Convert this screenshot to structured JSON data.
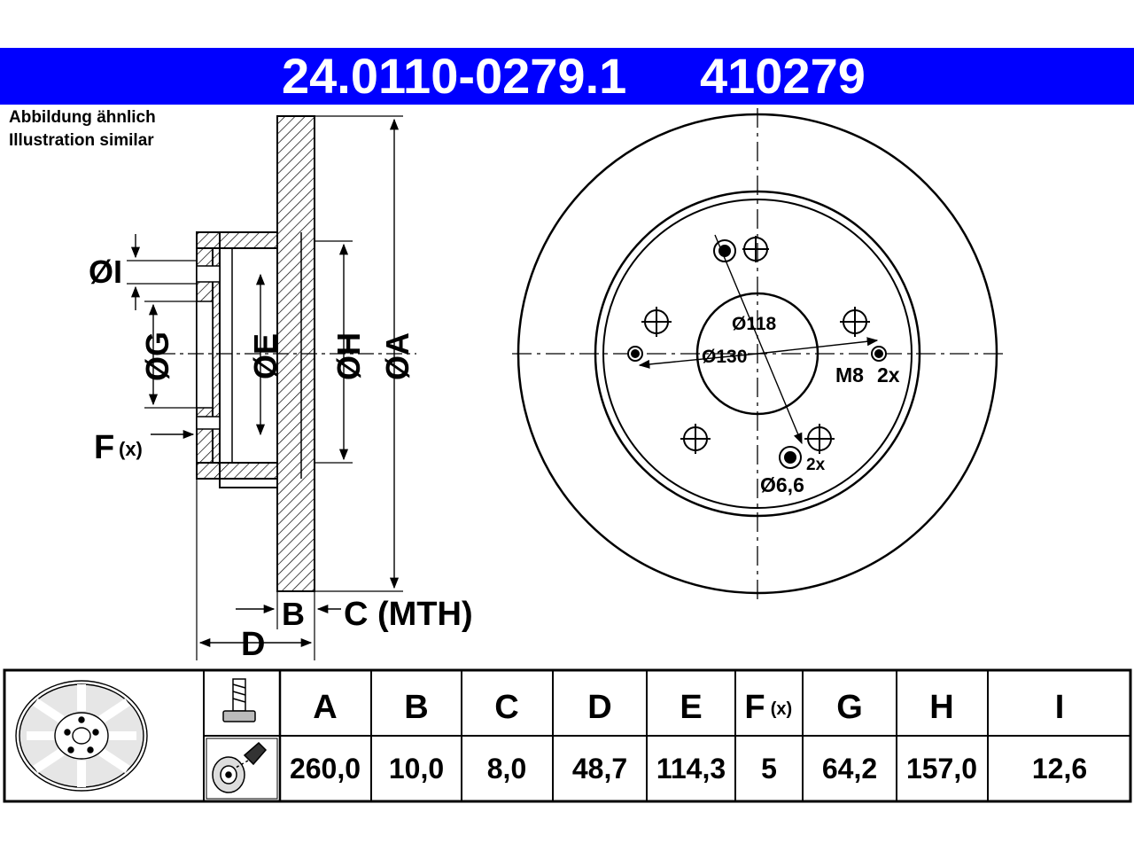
{
  "header": {
    "article_number": "24.0110-0279.1",
    "short_number": "410279",
    "banner_color": "#0000ff"
  },
  "note": {
    "line_de": "Abbildung ähnlich",
    "line_en": "Illustration similar"
  },
  "side_view_labels": {
    "I": "ØI",
    "G": "ØG",
    "E": "ØE",
    "H": "ØH",
    "A": "ØA",
    "F": "F",
    "F_sub": "(x)",
    "B": "B",
    "C": "C (MTH)",
    "D": "D"
  },
  "front_view_labels": {
    "d118": "Ø118",
    "d130": "Ø130",
    "thread": "M8",
    "thread_count": "2x",
    "hole_count": "2x",
    "hole_dia": "Ø6,6"
  },
  "table": {
    "headers": [
      "A",
      "B",
      "C",
      "D",
      "E",
      "F",
      "G",
      "H",
      "I"
    ],
    "f_header_sub": "(x)",
    "values": [
      "260,0",
      "10,0",
      "8,0",
      "48,7",
      "114,3",
      "5",
      "64,2",
      "157,0",
      "12,6"
    ]
  },
  "icons": [
    "brake-disc-icon",
    "bolt-icon",
    "grease-spray-icon"
  ]
}
